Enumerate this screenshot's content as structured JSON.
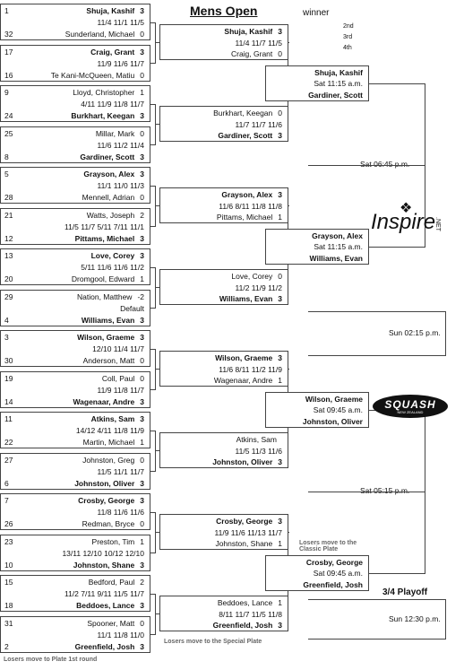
{
  "header": {
    "title": "Mens Open",
    "winner": "winner",
    "places": [
      "2nd",
      "3rd",
      "4th"
    ]
  },
  "round1": [
    {
      "top_seed": "1",
      "top_name": "Shuja, Kashif",
      "top_score": "3",
      "score": "11/4 11/1 11/5",
      "bot_seed": "32",
      "bot_name": "Sunderland, Michael",
      "bot_score": "0",
      "winner": "top"
    },
    {
      "top_seed": "17",
      "top_name": "Craig, Grant",
      "top_score": "3",
      "score": "11/9 11/6 11/7",
      "bot_seed": "16",
      "bot_name": "Te Kani-McQueen, Matiu",
      "bot_score": "0",
      "winner": "top"
    },
    {
      "top_seed": "9",
      "top_name": "Lloyd, Christopher",
      "top_score": "1",
      "score": "4/11 11/9 11/8 11/7",
      "bot_seed": "24",
      "bot_name": "Burkhart, Keegan",
      "bot_score": "3",
      "winner": "bot"
    },
    {
      "top_seed": "25",
      "top_name": "Millar, Mark",
      "top_score": "0",
      "score": "11/6 11/2 11/4",
      "bot_seed": "8",
      "bot_name": "Gardiner, Scott",
      "bot_score": "3",
      "winner": "bot"
    },
    {
      "top_seed": "5",
      "top_name": "Grayson, Alex",
      "top_score": "3",
      "score": "11/1 11/0 11/3",
      "bot_seed": "28",
      "bot_name": "Mennell, Adrian",
      "bot_score": "0",
      "winner": "top"
    },
    {
      "top_seed": "21",
      "top_name": "Watts, Joseph",
      "top_score": "2",
      "score": "11/5 11/7 5/11 7/11 11/1",
      "bot_seed": "12",
      "bot_name": "Pittams, Michael",
      "bot_score": "3",
      "winner": "bot"
    },
    {
      "top_seed": "13",
      "top_name": "Love, Corey",
      "top_score": "3",
      "score": "5/11 11/6 11/6 11/2",
      "bot_seed": "20",
      "bot_name": "Dromgool, Edward",
      "bot_score": "1",
      "winner": "top"
    },
    {
      "top_seed": "29",
      "top_name": "Nation, Matthew",
      "top_score": "-2",
      "score": "Default",
      "bot_seed": "4",
      "bot_name": "Williams, Evan",
      "bot_score": "3",
      "winner": "bot"
    },
    {
      "top_seed": "3",
      "top_name": "Wilson, Graeme",
      "top_score": "3",
      "score": "12/10 11/4 11/7",
      "bot_seed": "30",
      "bot_name": "Anderson, Matt",
      "bot_score": "0",
      "winner": "top"
    },
    {
      "top_seed": "19",
      "top_name": "Coll, Paul",
      "top_score": "0",
      "score": "11/9 11/8 11/7",
      "bot_seed": "14",
      "bot_name": "Wagenaar, Andre",
      "bot_score": "3",
      "winner": "bot"
    },
    {
      "top_seed": "11",
      "top_name": "Atkins, Sam",
      "top_score": "3",
      "score": "14/12 4/11 11/8 11/9",
      "bot_seed": "22",
      "bot_name": "Martin, Michael",
      "bot_score": "1",
      "winner": "top"
    },
    {
      "top_seed": "27",
      "top_name": "Johnston, Greg",
      "top_score": "0",
      "score": "11/5 11/1 11/7",
      "bot_seed": "6",
      "bot_name": "Johnston, Oliver",
      "bot_score": "3",
      "winner": "bot"
    },
    {
      "top_seed": "7",
      "top_name": "Crosby, George",
      "top_score": "3",
      "score": "11/8 11/6 11/6",
      "bot_seed": "26",
      "bot_name": "Redman, Bryce",
      "bot_score": "0",
      "winner": "top"
    },
    {
      "top_seed": "23",
      "top_name": "Preston, Tim",
      "top_score": "1",
      "score": "13/11 12/10 10/12 12/10",
      "bot_seed": "10",
      "bot_name": "Johnston, Shane",
      "bot_score": "3",
      "winner": "bot"
    },
    {
      "top_seed": "15",
      "top_name": "Bedford, Paul",
      "top_score": "2",
      "score": "11/2 7/11 9/11 11/5 11/7",
      "bot_seed": "18",
      "bot_name": "Beddoes, Lance",
      "bot_score": "3",
      "winner": "bot"
    },
    {
      "top_seed": "31",
      "top_name": "Spooner, Matt",
      "top_score": "0",
      "score": "11/1 11/8 11/0",
      "bot_seed": "2",
      "bot_name": "Greenfield, Josh",
      "bot_score": "3",
      "winner": "bot"
    }
  ],
  "round2": [
    {
      "top": "Shuja, Kashif",
      "top_score": "3",
      "score": "11/4 11/7 11/5",
      "bot": "Craig, Grant",
      "bot_score": "0",
      "winner": "top"
    },
    {
      "top": "Burkhart, Keegan",
      "top_score": "0",
      "score": "11/7 11/7 11/6",
      "bot": "Gardiner, Scott",
      "bot_score": "3",
      "winner": "bot"
    },
    {
      "top": "Grayson, Alex",
      "top_score": "3",
      "score": "11/6 8/11 11/8 11/8",
      "bot": "Pittams, Michael",
      "bot_score": "1",
      "winner": "top"
    },
    {
      "top": "Love, Corey",
      "top_score": "0",
      "score": "11/2 11/9 11/2",
      "bot": "Williams, Evan",
      "bot_score": "3",
      "winner": "bot"
    },
    {
      "top": "Wilson, Graeme",
      "top_score": "3",
      "score": "11/6 8/11 11/2 11/9",
      "bot": "Wagenaar, Andre",
      "bot_score": "1",
      "winner": "top"
    },
    {
      "top": "Atkins, Sam",
      "top_score": "",
      "score": "11/5 11/3 11/6",
      "bot": "Johnston, Oliver",
      "bot_score": "3",
      "winner": "bot"
    },
    {
      "top": "Crosby, George",
      "top_score": "3",
      "score": "11/9 11/6 11/13 11/7",
      "bot": "Johnston, Shane",
      "bot_score": "1",
      "winner": "top"
    },
    {
      "top": "Beddoes, Lance",
      "top_score": "1",
      "score": "8/11 11/7 11/5 11/8",
      "bot": "Greenfield, Josh",
      "bot_score": "3",
      "winner": "bot"
    }
  ],
  "round3": [
    {
      "top": "Shuja, Kashif",
      "time": "Sat 11:15 a.m.",
      "bot": "Gardiner, Scott"
    },
    {
      "top": "Grayson, Alex",
      "time": "Sat 11:15 a.m.",
      "bot": "Williams, Evan"
    },
    {
      "top": "Wilson, Graeme",
      "time": "Sat 09:45 a.m.",
      "bot": "Johnston, Oliver"
    },
    {
      "top": "Crosby, George",
      "time": "Sat 09:45 a.m.",
      "bot": "Greenfield, Josh"
    }
  ],
  "semis": {
    "top_time": "Sat 06:45 p.m.",
    "bot_time": "Sat 05:15 p.m."
  },
  "final": {
    "time": "Sun 02:15 p.m."
  },
  "playoff": {
    "title": "3/4 Playoff",
    "time": "Sun 12:30 p.m."
  },
  "notes": {
    "plate_first": "Losers move to Plate 1st round",
    "classic": "Losers move to the Classic Plate",
    "special": "Losers move to the Special Plate"
  },
  "logos": {
    "inspire": "Inspire",
    "inspire_suffix": ".NET",
    "squash": "SQUASH",
    "squash_sub": "NEW ZEALAND"
  }
}
